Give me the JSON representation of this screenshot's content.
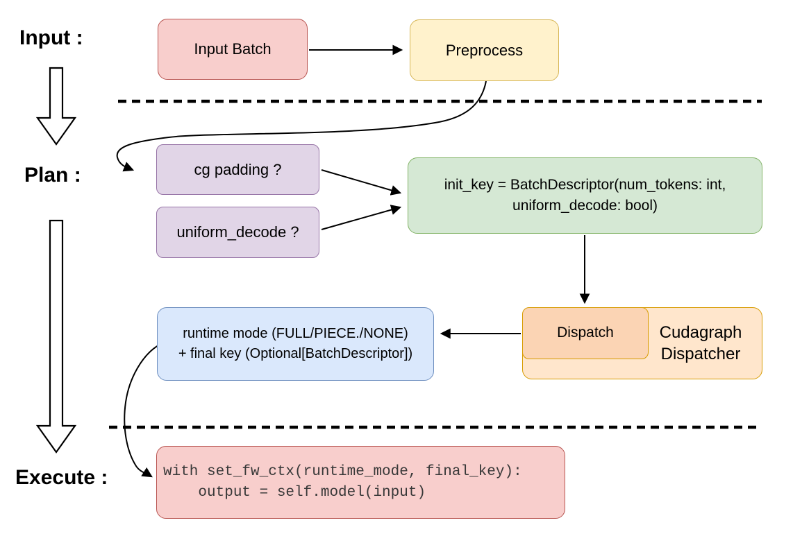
{
  "sections": {
    "input_label": "Input :",
    "plan_label": "Plan :",
    "execute_label": "Execute :"
  },
  "nodes": {
    "input_batch": {
      "label": "Input Batch",
      "fill": "#f8cecc",
      "border": "#b85450"
    },
    "preprocess": {
      "label": "Preprocess",
      "fill": "#fff2cc",
      "border": "#d6b656"
    },
    "cg_padding": {
      "label": "cg padding ?",
      "fill": "#e1d5e7",
      "border": "#9673a6"
    },
    "uniform_decode": {
      "label": "uniform_decode ?",
      "fill": "#e1d5e7",
      "border": "#9673a6"
    },
    "init_key": {
      "line1": "init_key = BatchDescriptor(num_tokens: int,",
      "line2": "uniform_decode: bool)",
      "fill": "#d5e8d4",
      "border": "#82b366"
    },
    "runtime_mode": {
      "line1": "runtime mode (FULL/PIECE./NONE)",
      "line2": "+ final key (Optional[BatchDescriptor])",
      "fill": "#dae8fc",
      "border": "#6c8ebf"
    },
    "dispatch": {
      "label": "Dispatch",
      "fill": "#fbd4b4",
      "border": "#d79b00"
    },
    "cudagraph_dispatcher": {
      "line1": "Cudagraph",
      "line2": "Dispatcher",
      "fill": "#ffe6cc",
      "border": "#d79b00"
    },
    "execute_code": {
      "line1": "with set_fw_ctx(runtime_mode, final_key):",
      "line2": "    output = self.model(input)",
      "fill": "#f8cecc",
      "border": "#b85450"
    }
  },
  "connector_color": "#000000"
}
